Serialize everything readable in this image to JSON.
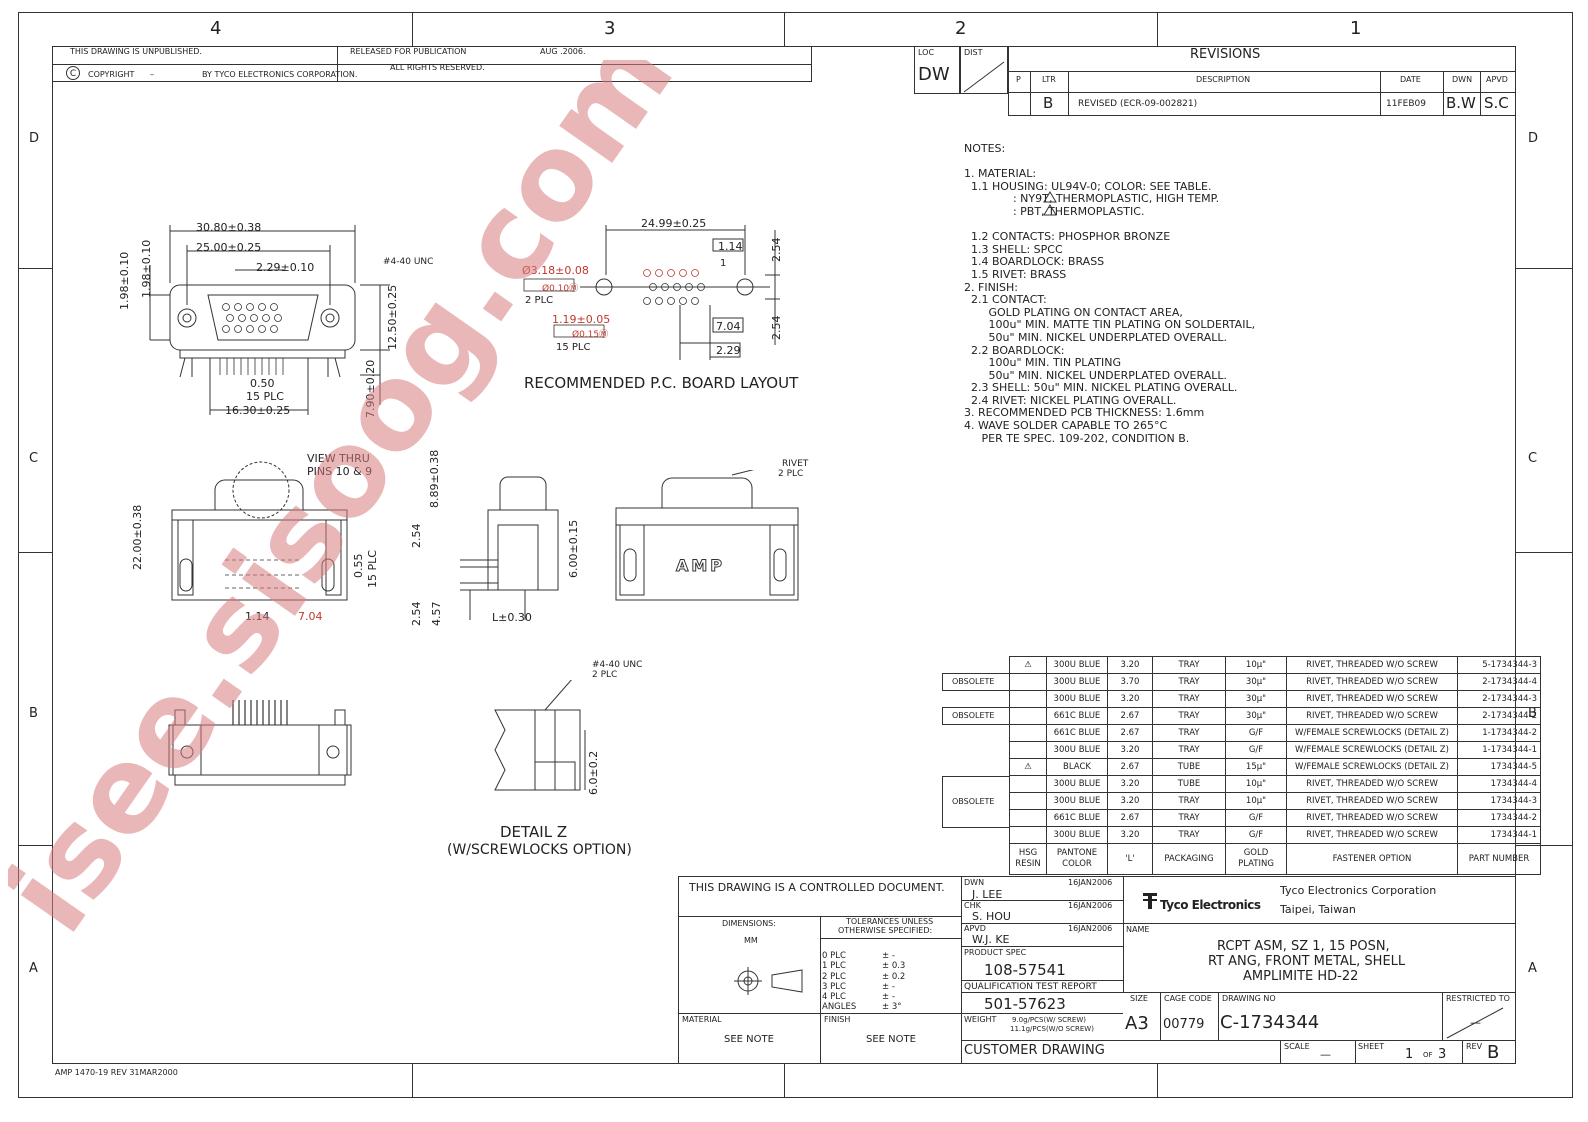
{
  "frame": {
    "cols_top": [
      "4",
      "3",
      "2",
      "1"
    ],
    "rows_side": [
      "D",
      "C",
      "B",
      "A"
    ]
  },
  "header": {
    "unpublished": "THIS DRAWING IS UNPUBLISHED.",
    "released": "RELEASED FOR PUBLICATION",
    "date": "AUG .2006.",
    "copyright_symbol": "C",
    "copyright": "COPYRIGHT",
    "dash": "–",
    "by": "BY TYCO ELECTRONICS CORPORATION.",
    "rights": "ALL RIGHTS RESERVED."
  },
  "loc_dist": {
    "loc_label": "LOC",
    "loc_value": "DW",
    "dist_label": "DIST",
    "dist_value": "—"
  },
  "revisions": {
    "title": "REVISIONS",
    "headers": [
      "P",
      "LTR",
      "DESCRIPTION",
      "DATE",
      "DWN",
      "APVD"
    ],
    "row": {
      "ltr": "B",
      "desc": "REVISED (ECR-09-002821)",
      "date": "11FEB09",
      "dwn": "B.W",
      "apvd": "S.C"
    }
  },
  "notes": [
    "NOTES:",
    "",
    "1. MATERIAL:",
    "  1.1 HOUSING: UL94V-0; COLOR: SEE TABLE.",
    "              : NY9T, THERMOPLASTIC, HIGH TEMP.",
    "              : PBT, THERMOPLASTIC.",
    "",
    "  1.2 CONTACTS: PHOSPHOR BRONZE",
    "  1.3 SHELL: SPCC",
    "  1.4 BOARDLOCK: BRASS",
    "  1.5 RIVET: BRASS",
    "2. FINISH:",
    "  2.1 CONTACT:",
    "       GOLD PLATING ON CONTACT AREA,",
    "       100u\" MIN. MATTE TIN PLATING ON SOLDERTAIL,",
    "       50u\" MIN. NICKEL UNDERPLATED OVERALL.",
    "  2.2 BOARDLOCK:",
    "       100u\" MIN. TIN PLATING",
    "       50u\" MIN. NICKEL UNDERPLATED OVERALL.",
    "  2.3 SHELL: 50u\" MIN. NICKEL PLATING OVERALL.",
    "  2.4 RIVET: NICKEL PLATING OVERALL.",
    "3. RECOMMENDED PCB THICKNESS: 1.6mm",
    "4. WAVE SOLDER CAPABLE TO 265°C",
    "     PER TE SPEC. 109-202, CONDITION B."
  ],
  "drawing_labels": {
    "d1": "30.80±0.38",
    "d2": "25.00±0.25",
    "d3": "2.29±0.10",
    "d4": "#4-40 UNC",
    "d5": "1.98±0.10",
    "d6": "1.98±0.10",
    "d7": "12.50±0.25",
    "d8": "7.90±0.20",
    "d9": "0.50",
    "d10": "15 PLC",
    "d11": "16.30±0.25",
    "p1": "24.99±0.25",
    "p2": "1.14",
    "p3": "2.54",
    "p4": "Ø3.18±0.08",
    "p5": "Ø0.10Ⓜ",
    "p6": "2 PLC",
    "p7": "1.19±0.05",
    "p8": "Ø0.15Ⓜ",
    "p9": "15 PLC",
    "p10": "7.04",
    "p11": "2.54",
    "p12": "2.29",
    "p13": "1",
    "pcb_title": "RECOMMENDED P.C. BOARD LAYOUT",
    "v1": "VIEW THRU",
    "v2": "PINS 10 & 9",
    "v3": "22.00±0.38",
    "v4": "8.89±0.38",
    "v5": "2.54",
    "v6": "0.55",
    "v7": "15 PLC",
    "v8": "6.00±0.15",
    "v9": "1.14",
    "v10": "7.04",
    "v11": "2.54",
    "v12": "4.57",
    "v13": "L±0.30",
    "r1": "RIVET",
    "r2": "2 PLC",
    "amp": "AMP",
    "z1": "#4-40 UNC",
    "z2": "2 PLC",
    "z3": "6.0±0.2",
    "detail_title": "DETAIL Z",
    "detail_sub": "(W/SCREWLOCKS OPTION)"
  },
  "parts_table": {
    "headers": [
      "HSG RESIN",
      "PANTONE COLOR",
      "'L'",
      "PACKAGING",
      "GOLD PLATING",
      "FASTENER OPTION",
      "PART NUMBER"
    ],
    "rows": [
      {
        "obs": "",
        "resin": "⚠",
        "color": "300U BLUE",
        "l": "3.20",
        "pack": "TRAY",
        "gold": "10μ\"",
        "fastener": "RIVET, THREADED W/O SCREW",
        "pn": "5-1734344-3"
      },
      {
        "obs": "OBSOLETE",
        "resin": "",
        "color": "300U BLUE",
        "l": "3.70",
        "pack": "TRAY",
        "gold": "30μ\"",
        "fastener": "RIVET, THREADED W/O SCREW",
        "pn": "2-1734344-4"
      },
      {
        "obs": "",
        "resin": "",
        "color": "300U BLUE",
        "l": "3.20",
        "pack": "TRAY",
        "gold": "30μ\"",
        "fastener": "RIVET, THREADED W/O SCREW",
        "pn": "2-1734344-3"
      },
      {
        "obs": "OBSOLETE",
        "resin": "",
        "color": "661C BLUE",
        "l": "2.67",
        "pack": "TRAY",
        "gold": "30μ\"",
        "fastener": "RIVET, THREADED W/O SCREW",
        "pn": "2-1734344-2"
      },
      {
        "obs": "",
        "resin": "",
        "color": "661C BLUE",
        "l": "2.67",
        "pack": "TRAY",
        "gold": "G/F",
        "fastener": "W/FEMALE SCREWLOCKS (DETAIL Z)",
        "pn": "1-1734344-2"
      },
      {
        "obs": "",
        "resin": "",
        "color": "300U BLUE",
        "l": "3.20",
        "pack": "TRAY",
        "gold": "G/F",
        "fastener": "W/FEMALE SCREWLOCKS (DETAIL Z)",
        "pn": "1-1734344-1"
      },
      {
        "obs": "",
        "resin": "⚠",
        "color": "BLACK",
        "l": "2.67",
        "pack": "TUBE",
        "gold": "15μ\"",
        "fastener": "W/FEMALE SCREWLOCKS (DETAIL Z)",
        "pn": "1734344-5"
      },
      {
        "obs": "",
        "resin": "",
        "color": "300U BLUE",
        "l": "3.20",
        "pack": "TUBE",
        "gold": "10μ\"",
        "fastener": "RIVET, THREADED W/O SCREW",
        "pn": "1734344-4"
      },
      {
        "obs": "OBSOLETE",
        "resin": "",
        "color": "300U BLUE",
        "l": "3.20",
        "pack": "TRAY",
        "gold": "10μ\"",
        "fastener": "RIVET, THREADED W/O SCREW",
        "pn": "1734344-3"
      },
      {
        "obs": "",
        "resin": "",
        "color": "661C BLUE",
        "l": "2.67",
        "pack": "TRAY",
        "gold": "G/F",
        "fastener": "RIVET, THREADED W/O SCREW",
        "pn": "1734344-2"
      },
      {
        "obs": "",
        "resin": "",
        "color": "300U BLUE",
        "l": "3.20",
        "pack": "TRAY",
        "gold": "G/F",
        "fastener": "RIVET, THREADED W/O SCREW",
        "pn": "1734344-1"
      }
    ]
  },
  "title_block": {
    "controlled": "THIS DRAWING IS A CONTROLLED DOCUMENT.",
    "dimensions_label": "DIMENSIONS:",
    "dimensions_value": "MM",
    "tol_title1": "TOLERANCES UNLESS",
    "tol_title2": "OTHERWISE SPECIFIED:",
    "tolerances": [
      {
        "k": "0 PLC",
        "v": "± -"
      },
      {
        "k": "1 PLC",
        "v": "± 0.3"
      },
      {
        "k": "2 PLC",
        "v": "± 0.2"
      },
      {
        "k": "3 PLC",
        "v": "± -"
      },
      {
        "k": "4 PLC",
        "v": "± -"
      },
      {
        "k": "ANGLES",
        "v": "± 3°"
      }
    ],
    "material_label": "MATERIAL",
    "material_value": "SEE NOTE",
    "finish_label": "FINISH",
    "finish_value": "SEE NOTE",
    "dwn_label": "DWN",
    "dwn_name": "J. LEE",
    "dwn_date": "16JAN2006",
    "chk_label": "CHK",
    "chk_name": "S. HOU",
    "chk_date": "16JAN2006",
    "apvd_label": "APVD",
    "apvd_name": "W.J. KE",
    "apvd_date": "16JAN2006",
    "spec_label": "PRODUCT SPEC",
    "spec_value": "108-57541",
    "qtr_label": "QUALIFICATION TEST REPORT",
    "qtr_value": "501-57623",
    "weight_label": "WEIGHT",
    "weight1": "9.0g/PCS(W/ SCREW)",
    "weight2": "11.1g/PCS(W/O SCREW)",
    "customer": "CUSTOMER DRAWING",
    "company_logo": "Tyco Electronics",
    "company_name": "Tyco Electronics Corporation",
    "company_city": "Taipei, Taiwan",
    "name_label": "NAME",
    "name_l1": "RCPT ASM, SZ 1, 15 POSN,",
    "name_l2": "RT ANG, FRONT METAL, SHELL",
    "name_l3": "AMPLIMITE HD-22",
    "size_label": "SIZE",
    "size_value": "A3",
    "cage_label": "CAGE CODE",
    "cage_value": "00779",
    "dwg_label": "DRAWING NO",
    "dwg_value": "C-1734344",
    "restricted_label": "RESTRICTED TO",
    "restricted_value": "—",
    "scale_label": "SCALE",
    "scale_value": "—",
    "sheet_label": "SHEET",
    "sheet_value": "1",
    "sheet_of": "OF",
    "sheet_total": "3",
    "rev_label": "REV",
    "rev_value": "B"
  },
  "footer": "AMP 1470-19 REV 31MAR2000",
  "watermark": "isee.sisoog.com",
  "colors": {
    "ink": "#222222",
    "watermark": "#d77b7b",
    "red": "#c0392b"
  }
}
